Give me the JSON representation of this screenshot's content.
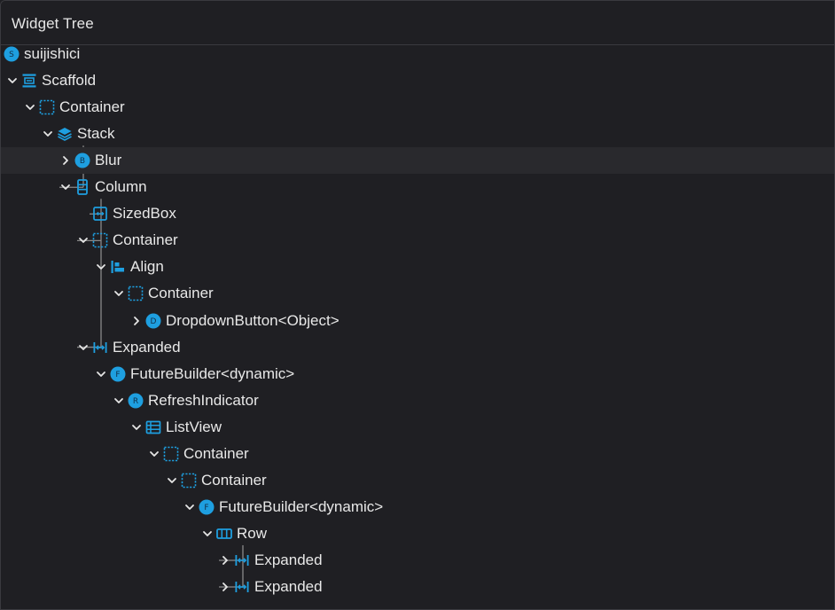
{
  "header": {
    "title": "Widget Tree"
  },
  "colors": {
    "accent": "#1e9fe0",
    "background": "#1f1f23",
    "selected_row": "#29292d",
    "tree_lines": "#8a8a8a"
  },
  "tree": [
    {
      "label": "suijishici",
      "icon": "circle-s-icon",
      "letter": "S",
      "expand": "none",
      "depth": 0
    },
    {
      "label": "Scaffold",
      "icon": "scaffold-icon",
      "expand": "expanded",
      "depth": 0
    },
    {
      "label": "Container",
      "icon": "container-icon",
      "expand": "expanded",
      "depth": 1
    },
    {
      "label": "Stack",
      "icon": "stack-icon",
      "expand": "expanded",
      "depth": 2
    },
    {
      "label": "Blur",
      "icon": "circle-b-icon",
      "letter": "B",
      "expand": "collapsed",
      "depth": 3,
      "selected": true
    },
    {
      "label": "Column",
      "icon": "column-icon",
      "expand": "expanded",
      "depth": 3
    },
    {
      "label": "SizedBox",
      "icon": "sizedbox-icon",
      "expand": "none",
      "depth": 4
    },
    {
      "label": "Container",
      "icon": "container-icon",
      "expand": "expanded",
      "depth": 4
    },
    {
      "label": "Align",
      "icon": "align-icon",
      "expand": "expanded",
      "depth": 5
    },
    {
      "label": "Container",
      "icon": "container-icon",
      "expand": "expanded",
      "depth": 6
    },
    {
      "label": "DropdownButton<Object>",
      "icon": "circle-d-icon",
      "letter": "D",
      "expand": "collapsed",
      "depth": 7
    },
    {
      "label": "Expanded",
      "icon": "expanded-icon",
      "expand": "expanded",
      "depth": 4
    },
    {
      "label": "FutureBuilder<dynamic>",
      "icon": "circle-f-icon",
      "letter": "F",
      "expand": "expanded",
      "depth": 5
    },
    {
      "label": "RefreshIndicator",
      "icon": "circle-r-icon",
      "letter": "R",
      "expand": "expanded",
      "depth": 6
    },
    {
      "label": "ListView",
      "icon": "listview-icon",
      "expand": "expanded",
      "depth": 7
    },
    {
      "label": "Container",
      "icon": "container-icon",
      "expand": "expanded",
      "depth": 8
    },
    {
      "label": "Container",
      "icon": "container-icon",
      "expand": "expanded",
      "depth": 9
    },
    {
      "label": "FutureBuilder<dynamic>",
      "icon": "circle-f-icon",
      "letter": "F",
      "expand": "expanded",
      "depth": 10
    },
    {
      "label": "Row",
      "icon": "row-icon",
      "expand": "expanded",
      "depth": 11
    },
    {
      "label": "Expanded",
      "icon": "expanded-icon",
      "expand": "collapsed",
      "depth": 12
    },
    {
      "label": "Expanded",
      "icon": "expanded-icon",
      "expand": "collapsed",
      "depth": 12
    }
  ]
}
